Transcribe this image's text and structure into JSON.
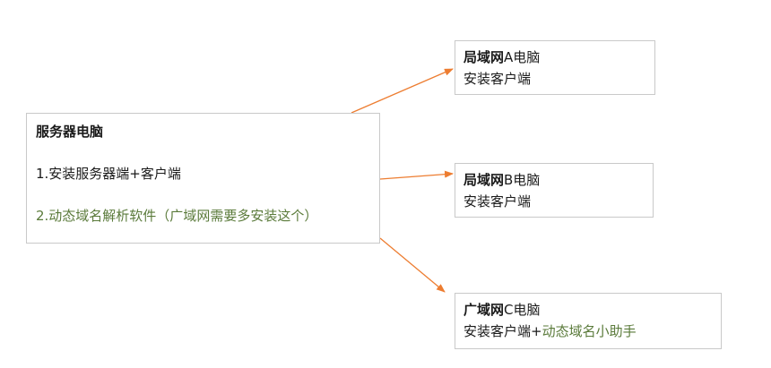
{
  "server": {
    "title": "服务器电脑",
    "step1": "1.安装服务器端+客户端",
    "step2": "2.动态域名解析软件（广域网需要多安装这个）"
  },
  "client_a": {
    "name_bold": "局域网",
    "name_rest": "A电脑",
    "desc": "安装客户端"
  },
  "client_b": {
    "name_bold": "局域网",
    "name_rest": "B电脑",
    "desc": "安装客户端"
  },
  "client_c": {
    "name_bold": "广域网",
    "name_rest": "C电脑",
    "desc_plain": "安装客户端+",
    "desc_green": "动态域名小助手"
  },
  "colors": {
    "arrow": "#ed7d31",
    "highlight_text": "#5a7a3a",
    "box_border": "#c9c9c9"
  }
}
